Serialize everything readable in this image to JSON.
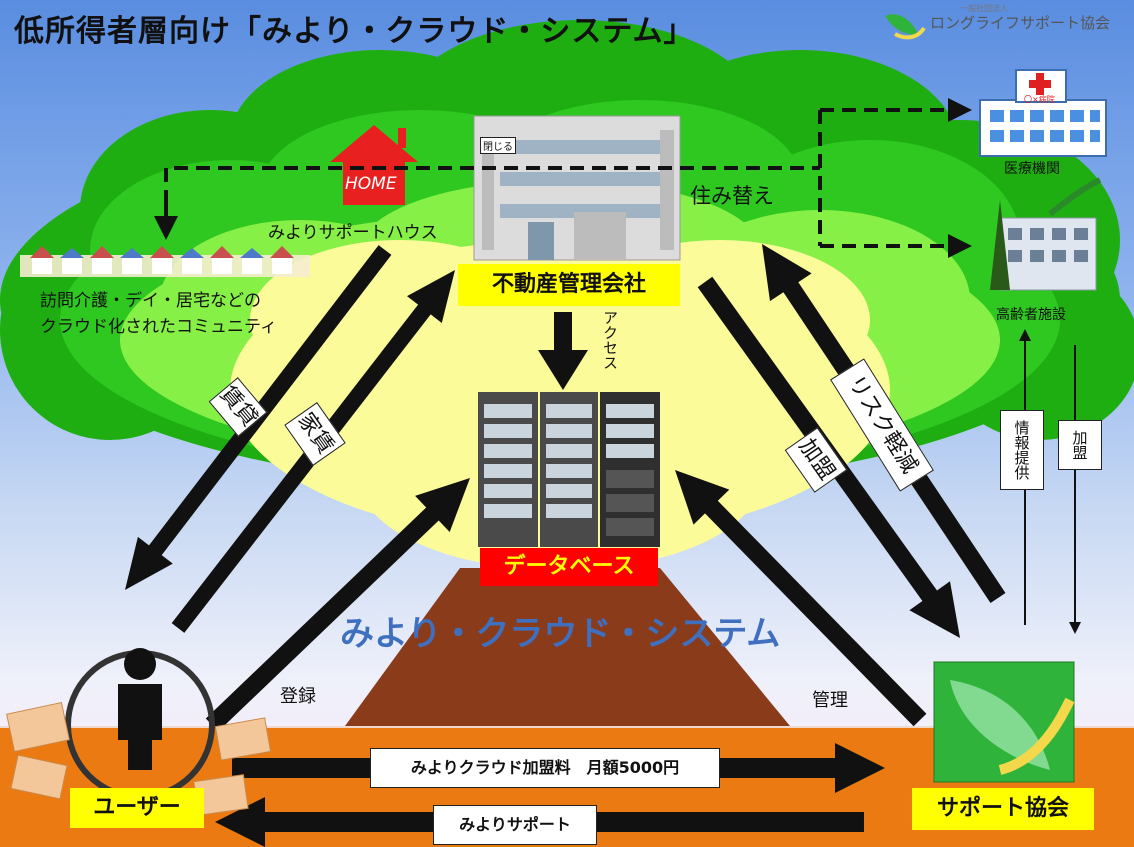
{
  "title": "低所得者層向け「みより・クラウド・システム」",
  "org": {
    "name": "ロングライフサポート協会",
    "prefix": "一般社団法人"
  },
  "home_icon_text": "HOME",
  "support_house": "みよりサポートハウス",
  "community": {
    "line1": "訪問介護・デイ・居宅などの",
    "line2": "クラウド化されたコミュニティ"
  },
  "company": {
    "label": "不動産管理会社",
    "door_tag": "閉じる"
  },
  "relocation": "住み替え",
  "medical": {
    "label": "医療機関",
    "sign": "〇×病院"
  },
  "elderly": {
    "label": "高齢者施設"
  },
  "access": "アクセス",
  "database": "データベース",
  "system_name": "みより・クラウド・システム",
  "user": "ユーザー",
  "support_association": "サポート協会",
  "arrows": {
    "rent": "賃貸",
    "rent_payment": "家賃",
    "register": "登録",
    "manage": "管理",
    "join_left": "加盟",
    "risk": "リスク軽減",
    "info": "情報提供",
    "join_right": "加盟",
    "fee": "みよりクラウド加盟料　月額5000円",
    "support": "みよりサポート"
  },
  "colors": {
    "tree_dark": "#1fae12",
    "tree_mid": "#2ec820",
    "tree_light": "#86f046",
    "core": "#fbfb9a",
    "ground": "#ec7a12",
    "trunk": "#8a3b1a",
    "accent": "#ffff00",
    "red": "#ff0000"
  }
}
